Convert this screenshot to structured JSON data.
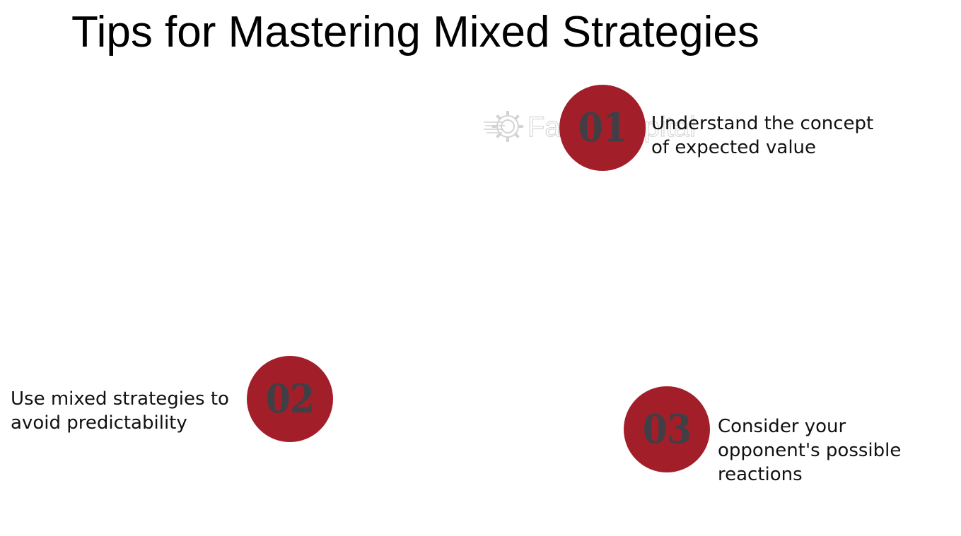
{
  "title": "Tips for Mastering Mixed Strategies",
  "colors": {
    "circle_fill": "#a21f2a",
    "number_text": "#3f3f45",
    "body_text": "#111111"
  },
  "watermark": {
    "text": "FasterCapital",
    "icon": "gear-logo-icon"
  },
  "tips": [
    {
      "number": "01",
      "line1": "Understand the concept",
      "line2": "of expected value",
      "line3": ""
    },
    {
      "number": "02",
      "line1": "Use mixed strategies to",
      "line2": "avoid predictability",
      "line3": ""
    },
    {
      "number": "03",
      "line1": "Consider your",
      "line2": "opponent's possible",
      "line3": "reactions"
    }
  ]
}
